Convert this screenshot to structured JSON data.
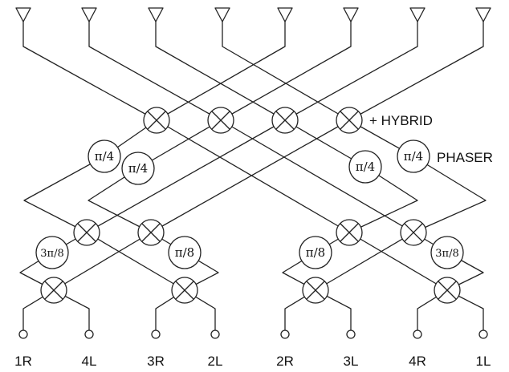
{
  "labels": {
    "hybrid": "+ HYBRID",
    "phaser": "PHASER"
  },
  "phasers": [
    {
      "label": "π/4"
    },
    {
      "label": "π/4"
    },
    {
      "label": "π/4"
    },
    {
      "label": "π/4"
    },
    {
      "label": "3π/8"
    },
    {
      "label": "π/8"
    },
    {
      "label": "π/8"
    },
    {
      "label": "3π/8"
    }
  ],
  "ports": [
    "1R",
    "4L",
    "3R",
    "2L",
    "2R",
    "3L",
    "4R",
    "1L"
  ],
  "antenna_count": 8,
  "hybrid_count": 12
}
